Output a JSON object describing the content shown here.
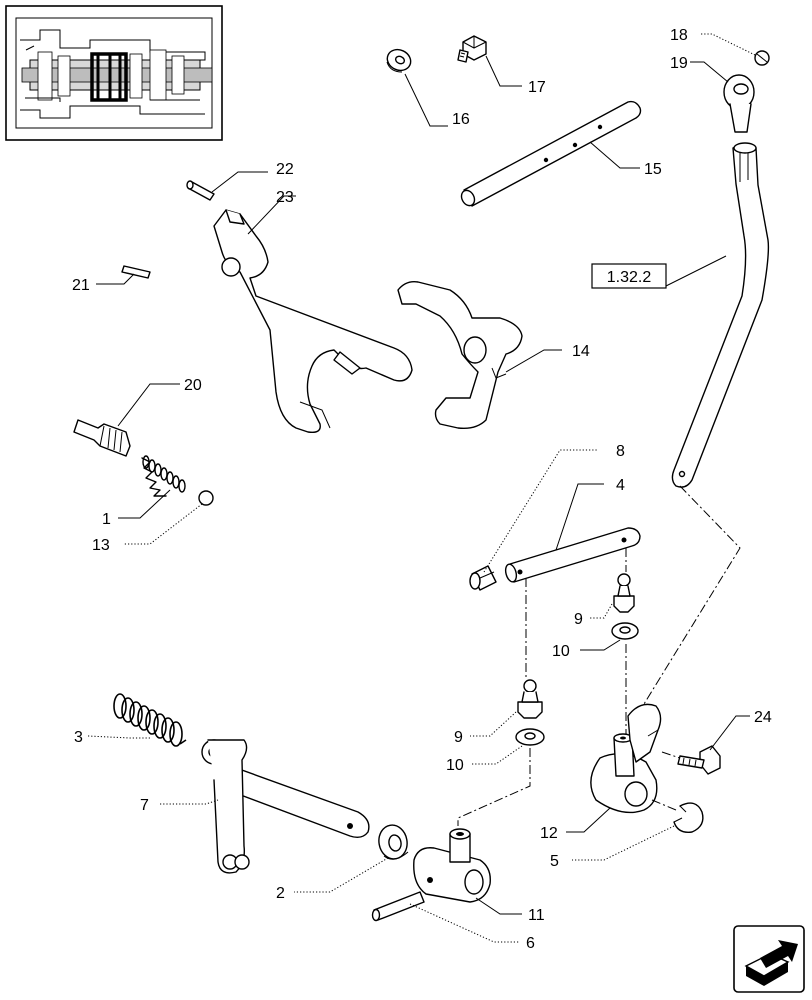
{
  "callouts": {
    "c1": "1",
    "c2": "2",
    "c3": "3",
    "c4": "4",
    "c5": "5",
    "c6": "6",
    "c7": "7",
    "c8": "8",
    "c9a": "9",
    "c9b": "9",
    "c10a": "10",
    "c10b": "10",
    "c11": "11",
    "c12": "12",
    "c13": "13",
    "c14": "14",
    "c15": "15",
    "c16": "16",
    "c17": "17",
    "c18": "18",
    "c19": "19",
    "c20": "20",
    "c21": "21",
    "c22": "22",
    "c23": "23",
    "c24": "24"
  },
  "reference": {
    "label": "1.32.2"
  },
  "icons": {
    "thumbnail": "transmission-thumbnail-icon",
    "next": "next-page-arrow-icon"
  }
}
